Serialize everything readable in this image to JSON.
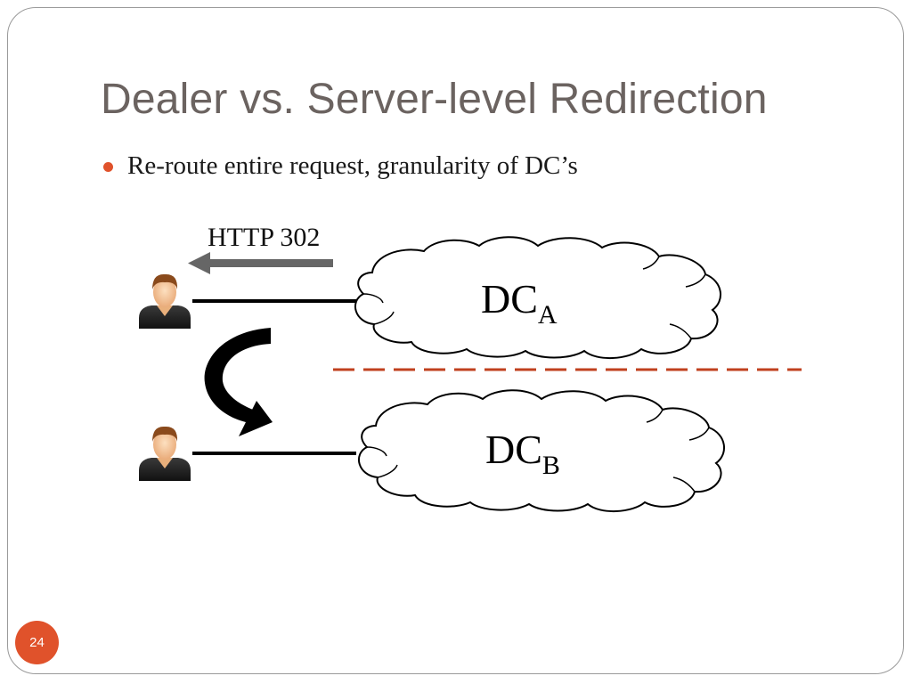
{
  "slide": {
    "title": "Dealer vs. Server-level Redirection",
    "bullets": [
      "Re-route entire request, granularity of DC’s"
    ],
    "page_number": "24"
  },
  "diagram": {
    "http_label": "HTTP 302",
    "dc_a": {
      "main": "DC",
      "sub": "A"
    },
    "dc_b": {
      "main": "DC",
      "sub": "B"
    }
  },
  "colors": {
    "title": "#6b6360",
    "accent": "#e0522b",
    "divider": "#c0401e",
    "arrow_gray": "#666666"
  }
}
